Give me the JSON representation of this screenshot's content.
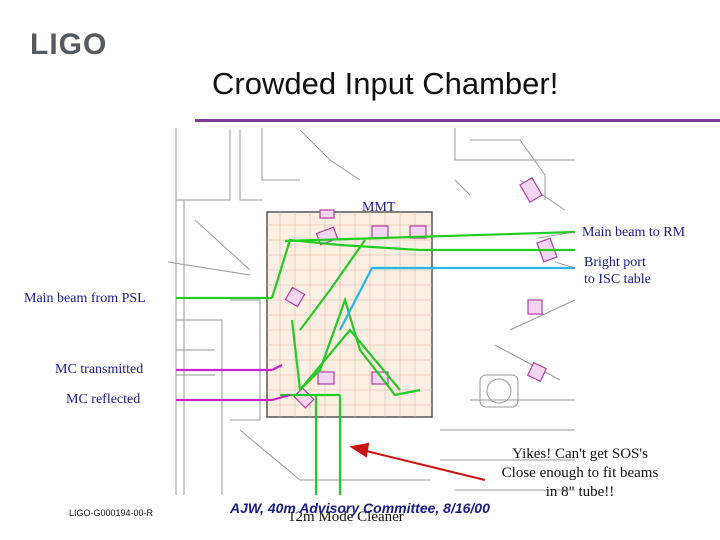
{
  "header": {
    "logo": "LIGO",
    "title": "Crowded Input Chamber!"
  },
  "labels": {
    "mmt": "MMT",
    "main_beam_to_rm": "Main beam to RM",
    "bright_port_line1": "Bright port",
    "bright_port_line2": "to ISC table",
    "main_beam_from_psl": "Main beam from PSL",
    "mc_transmitted": "MC transmitted",
    "mc_reflected": "MC reflected",
    "mode_cleaner": "12m Mode Cleaner"
  },
  "callout": {
    "line1": "Yikes! Can't get SOS's",
    "line2": "Close enough to fit beams",
    "line3": "in 8\" tube!!"
  },
  "footer": {
    "doc_id": "LIGO-G000194-00-R",
    "credit": "AJW, 40m Advisory Committee, 8/16/00"
  },
  "colors": {
    "beam_green": "#22cc22",
    "beam_cyan": "#22b8e8",
    "beam_magenta": "#cc22cc",
    "callout_arrow": "#cc1111",
    "label_blue": "#1a1a8c",
    "rule_purple": "#7a3c8f"
  }
}
